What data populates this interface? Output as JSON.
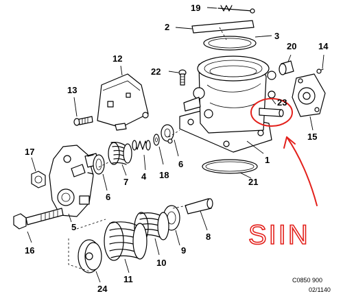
{
  "callouts": [
    {
      "key": "c19",
      "text": "19"
    },
    {
      "key": "c2",
      "text": "2"
    },
    {
      "key": "c3",
      "text": "3"
    },
    {
      "key": "c20",
      "text": "20"
    },
    {
      "key": "c14",
      "text": "14"
    },
    {
      "key": "c12",
      "text": "12"
    },
    {
      "key": "c22",
      "text": "22"
    },
    {
      "key": "c13",
      "text": "13"
    },
    {
      "key": "c23",
      "text": "23"
    },
    {
      "key": "c15",
      "text": "15"
    },
    {
      "key": "c1",
      "text": "1"
    },
    {
      "key": "c17",
      "text": "17"
    },
    {
      "key": "c7",
      "text": "7"
    },
    {
      "key": "c4",
      "text": "4"
    },
    {
      "key": "c18",
      "text": "18"
    },
    {
      "key": "c6a",
      "text": "6"
    },
    {
      "key": "c6b",
      "text": "6"
    },
    {
      "key": "c21",
      "text": "21"
    },
    {
      "key": "c5",
      "text": "5"
    },
    {
      "key": "c16",
      "text": "16"
    },
    {
      "key": "c8",
      "text": "8"
    },
    {
      "key": "c9",
      "text": "9"
    },
    {
      "key": "c10",
      "text": "10"
    },
    {
      "key": "c11",
      "text": "11"
    },
    {
      "key": "c24",
      "text": "24"
    }
  ],
  "annotation": {
    "handwritten": "SIIN",
    "color": "#e3201b"
  },
  "reference": {
    "code": "C0850 900",
    "date": "02/1140"
  }
}
